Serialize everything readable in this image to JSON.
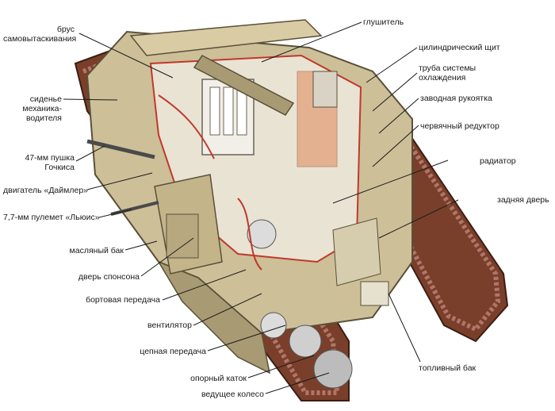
{
  "labels": {
    "brus": "брус\nсамовытаскивания",
    "siden": "сиденье\nмеханика-\nводителя",
    "gun": "47-мм пушка\nГочкиса",
    "engine": "двигатель «Даймлер»",
    "mg": "7,7-мм пулемет «Льюис»",
    "oil": "масляный бак",
    "sponson": "дверь спонсона",
    "sidegear": "бортовая передача",
    "fan": "вентилятор",
    "chain": "цепная передача",
    "roller": "опорный каток",
    "sprocket": "ведущее колесо",
    "muffler": "глушитель",
    "shield": "цилиндрический щит",
    "cooling": "труба системы\nохлаждения",
    "crank": "заводная рукоятка",
    "worm": "червячный редуктор",
    "radiator": "радиатор",
    "reardoor": "задняя дверь",
    "fuel": "топливный бак"
  },
  "colors": {
    "hull": "#cdbf98",
    "hull_dark": "#a89a73",
    "track": "#7a3f2a",
    "track_link": "#b0766a",
    "interior": "#e9e3d4",
    "pipe_red": "#c0392b",
    "leader": "#1a1a1a"
  }
}
